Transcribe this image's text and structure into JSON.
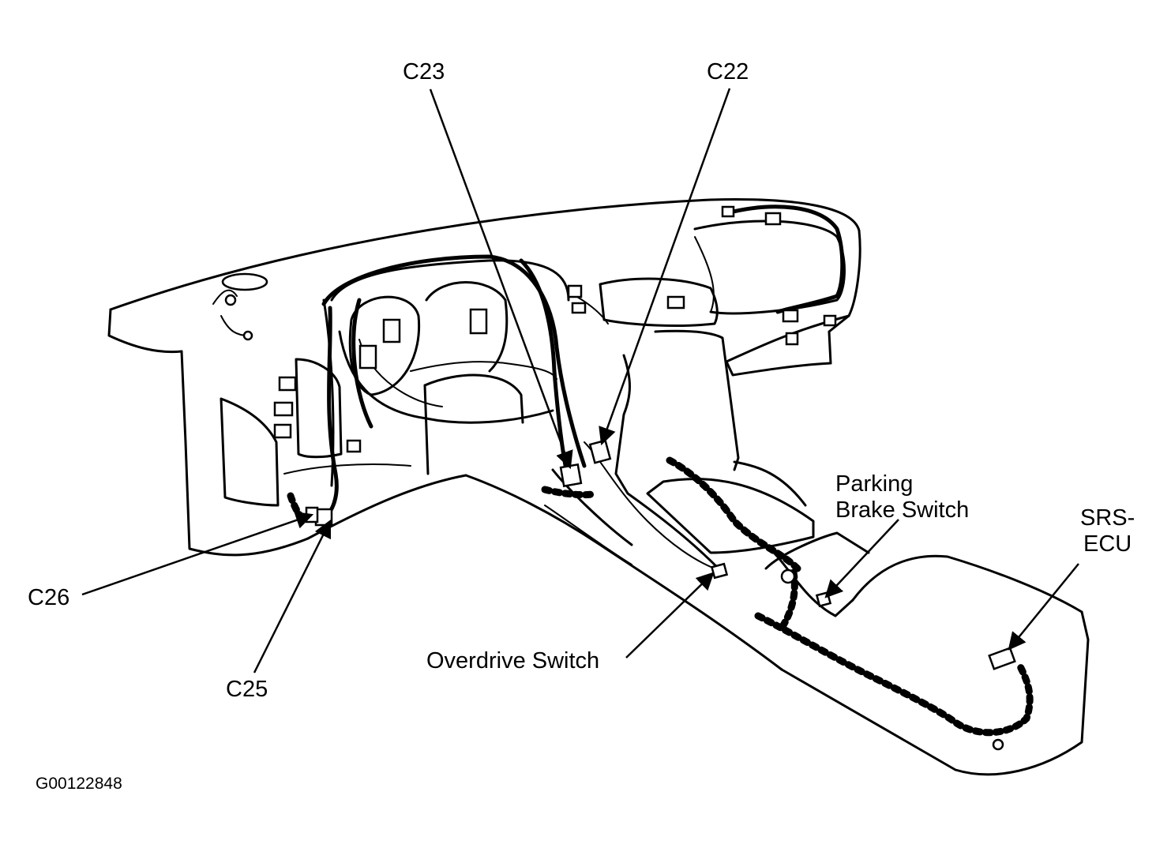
{
  "labels": {
    "c23": "C23",
    "c22": "C22",
    "c26": "C26",
    "c25": "C25",
    "parking_line1": "Parking",
    "parking_line2": "Brake Switch",
    "srs_line1": "SRS-",
    "srs_line2": "ECU",
    "overdrive": "Overdrive Switch",
    "figure_code": "G00122848"
  },
  "colors": {
    "ink": "#000000",
    "paper": "#ffffff"
  }
}
